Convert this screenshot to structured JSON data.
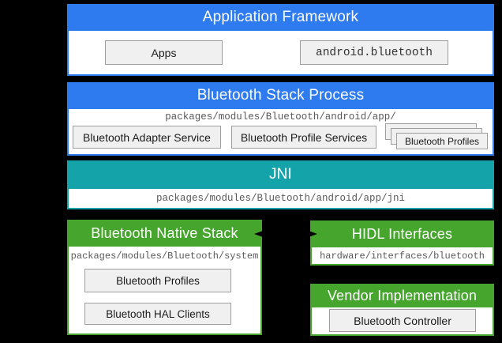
{
  "colors": {
    "background": "#000000",
    "blue": "#2E7BF0",
    "teal": "#14A3A8",
    "green": "#46A52D",
    "box_fill": "#F0F0F0",
    "box_border": "#9E9E9E",
    "path_text": "#5A5A5A",
    "label_text": "#1A1A1A"
  },
  "sections": {
    "app_framework": {
      "title": "Application Framework",
      "boxes": {
        "apps": "Apps",
        "android_bluetooth": "android.bluetooth"
      }
    },
    "stack_process": {
      "title": "Bluetooth Stack Process",
      "path": "packages/modules/Bluetooth/android/app/",
      "boxes": {
        "adapter_service": "Bluetooth Adapter Service",
        "profile_services": "Bluetooth Profile Services",
        "profiles": "Bluetooth Profiles"
      }
    },
    "jni": {
      "title": "JNI",
      "path": "packages/modules/Bluetooth/android/app/jni"
    },
    "native_stack": {
      "title": "Bluetooth Native Stack",
      "path": "packages/modules/Bluetooth/system",
      "boxes": {
        "profiles": "Bluetooth Profiles",
        "hal_clients": "Bluetooth HAL Clients"
      }
    },
    "hidl": {
      "title": "HIDL Interfaces",
      "path": "hardware/interfaces/bluetooth"
    },
    "vendor": {
      "title": "Vendor Implementation",
      "boxes": {
        "controller": "Bluetooth Controller"
      }
    }
  }
}
